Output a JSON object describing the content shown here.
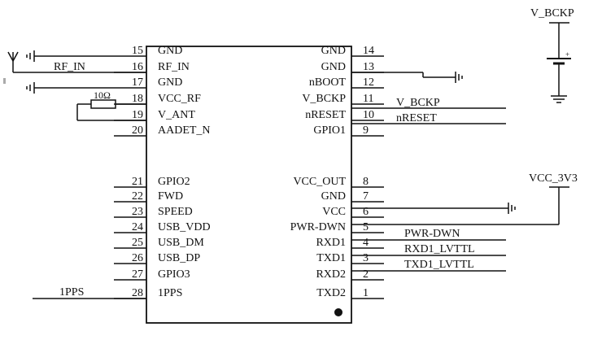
{
  "chip": {
    "left_pins": [
      {
        "num": "15",
        "name": "GND"
      },
      {
        "num": "16",
        "name": "RF_IN"
      },
      {
        "num": "17",
        "name": "GND"
      },
      {
        "num": "18",
        "name": "VCC_RF"
      },
      {
        "num": "19",
        "name": "V_ANT"
      },
      {
        "num": "20",
        "name": "AADET_N"
      },
      {
        "num": "21",
        "name": "GPIO2"
      },
      {
        "num": "22",
        "name": "FWD"
      },
      {
        "num": "23",
        "name": "SPEED"
      },
      {
        "num": "24",
        "name": "USB_VDD"
      },
      {
        "num": "25",
        "name": "USB_DM"
      },
      {
        "num": "26",
        "name": "USB_DP"
      },
      {
        "num": "27",
        "name": "GPIO3"
      },
      {
        "num": "28",
        "name": "1PPS"
      }
    ],
    "right_pins": [
      {
        "num": "14",
        "name": "GND"
      },
      {
        "num": "13",
        "name": "GND"
      },
      {
        "num": "12",
        "name": "nBOOT"
      },
      {
        "num": "11",
        "name": "V_BCKP"
      },
      {
        "num": "10",
        "name": "nRESET"
      },
      {
        "num": "9",
        "name": "GPIO1"
      },
      {
        "num": "8",
        "name": "VCC_OUT"
      },
      {
        "num": "7",
        "name": "GND"
      },
      {
        "num": "6",
        "name": "VCC"
      },
      {
        "num": "5",
        "name": "PWR-DWN"
      },
      {
        "num": "4",
        "name": "RXD1"
      },
      {
        "num": "3",
        "name": "TXD1"
      },
      {
        "num": "2",
        "name": "RXD2"
      },
      {
        "num": "1",
        "name": "TXD2"
      }
    ]
  },
  "nets": {
    "rf_in": "RF_IN",
    "resistor": "10Ω",
    "pps": "1PPS",
    "v_bckp_top": "V_BCKP",
    "v_bckp_line": "V_BCKP",
    "nreset_line": "nRESET",
    "vcc_3v3": "VCC_3V3",
    "pwr_dwn_line": "PWR-DWN",
    "rxd1_line": "RXD1_LVTTL",
    "txd1_line": "TXD1_LVTTL",
    "battery_plus": "+"
  }
}
